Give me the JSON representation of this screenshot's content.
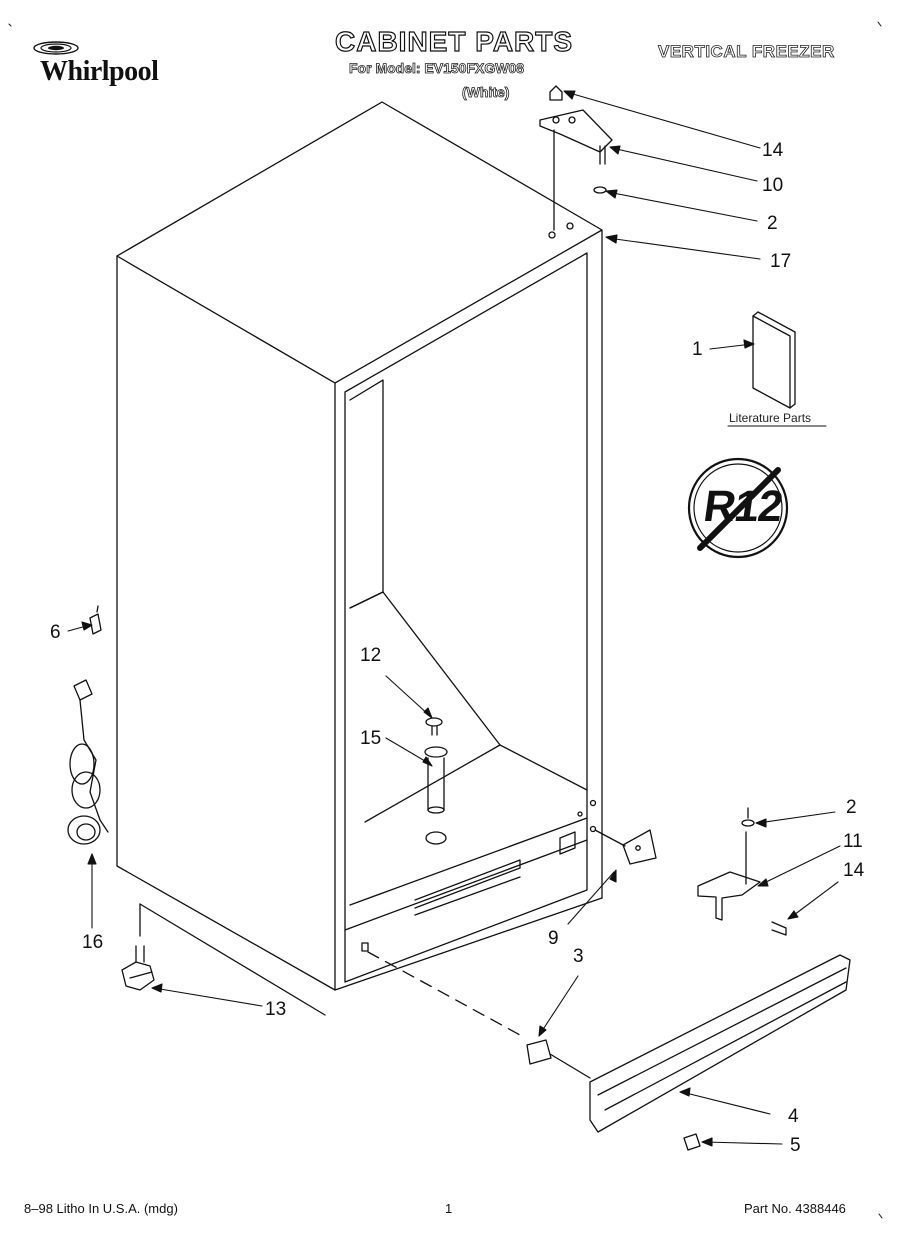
{
  "header": {
    "brand": "Whirlpool",
    "title": "CABINET PARTS",
    "model_line": "For Model: EV150FXGW08",
    "color_line": "(White)",
    "category": "VERTICAL FREEZER"
  },
  "callouts": {
    "c14_top": "14",
    "c10": "10",
    "c2_top": "2",
    "c17": "17",
    "c1": "1",
    "c6": "6",
    "c12": "12",
    "c15": "15",
    "c16": "16",
    "c13": "13",
    "c2_bottom": "2",
    "c11": "11",
    "c14_bottom": "14",
    "c9": "9",
    "c3": "3",
    "c4": "4",
    "c5": "5"
  },
  "literature_label": "Literature Parts",
  "r12_badge": "R12",
  "footer": {
    "left": "8–98 Litho In U.S.A. (mdg)",
    "page": "1",
    "part_no": "Part No. 4388446"
  },
  "icons": {
    "logo": "whirlpool-swirl-icon",
    "no_r12": "no-r12-badge-icon"
  }
}
